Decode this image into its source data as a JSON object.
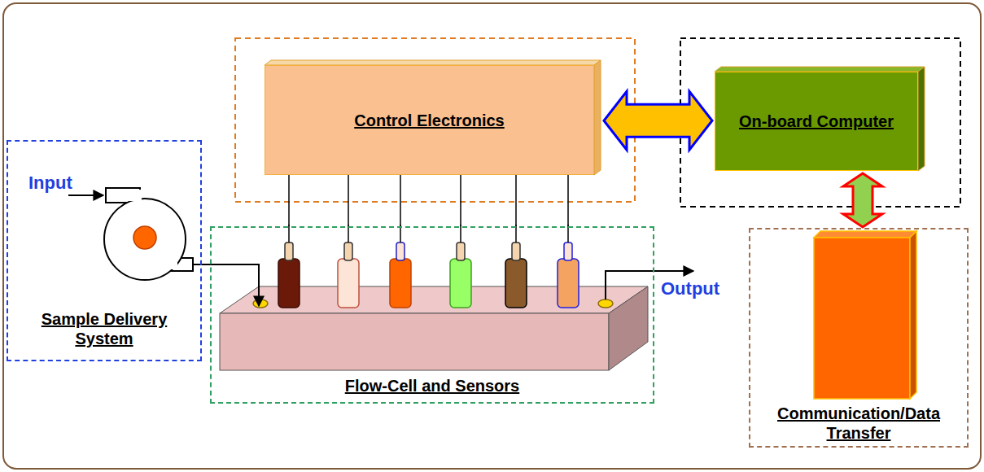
{
  "diagram": {
    "nodes": [
      {
        "text": [
          "Control Electronics"
        ]
      },
      {
        "text": [
          "On-board Computer"
        ]
      },
      {
        "text": [
          "Sample Delivery System"
        ]
      },
      {
        "text": [
          "Flow-Cell and Sensors"
        ]
      },
      {
        "text": [
          "Communication/Data Transfer"
        ]
      }
    ],
    "edges": [
      {
        "from": 0,
        "to": 1,
        "arrow": "both"
      },
      {
        "from": 1,
        "to": 4,
        "arrow": "both"
      },
      {
        "from": 2,
        "to": 3,
        "arrow": "to"
      },
      {
        "from": 0,
        "to": 3,
        "arrow": "none"
      },
      {
        "from": 0,
        "to": 3,
        "arrow": "none"
      },
      {
        "from": 0,
        "to": 3,
        "arrow": "none"
      },
      {
        "from": 0,
        "to": 3,
        "arrow": "none"
      },
      {
        "from": 0,
        "to": 3,
        "arrow": "none"
      },
      {
        "from": 0,
        "to": 3,
        "arrow": "none"
      }
    ],
    "labels": [
      "Input",
      "Output"
    ]
  }
}
